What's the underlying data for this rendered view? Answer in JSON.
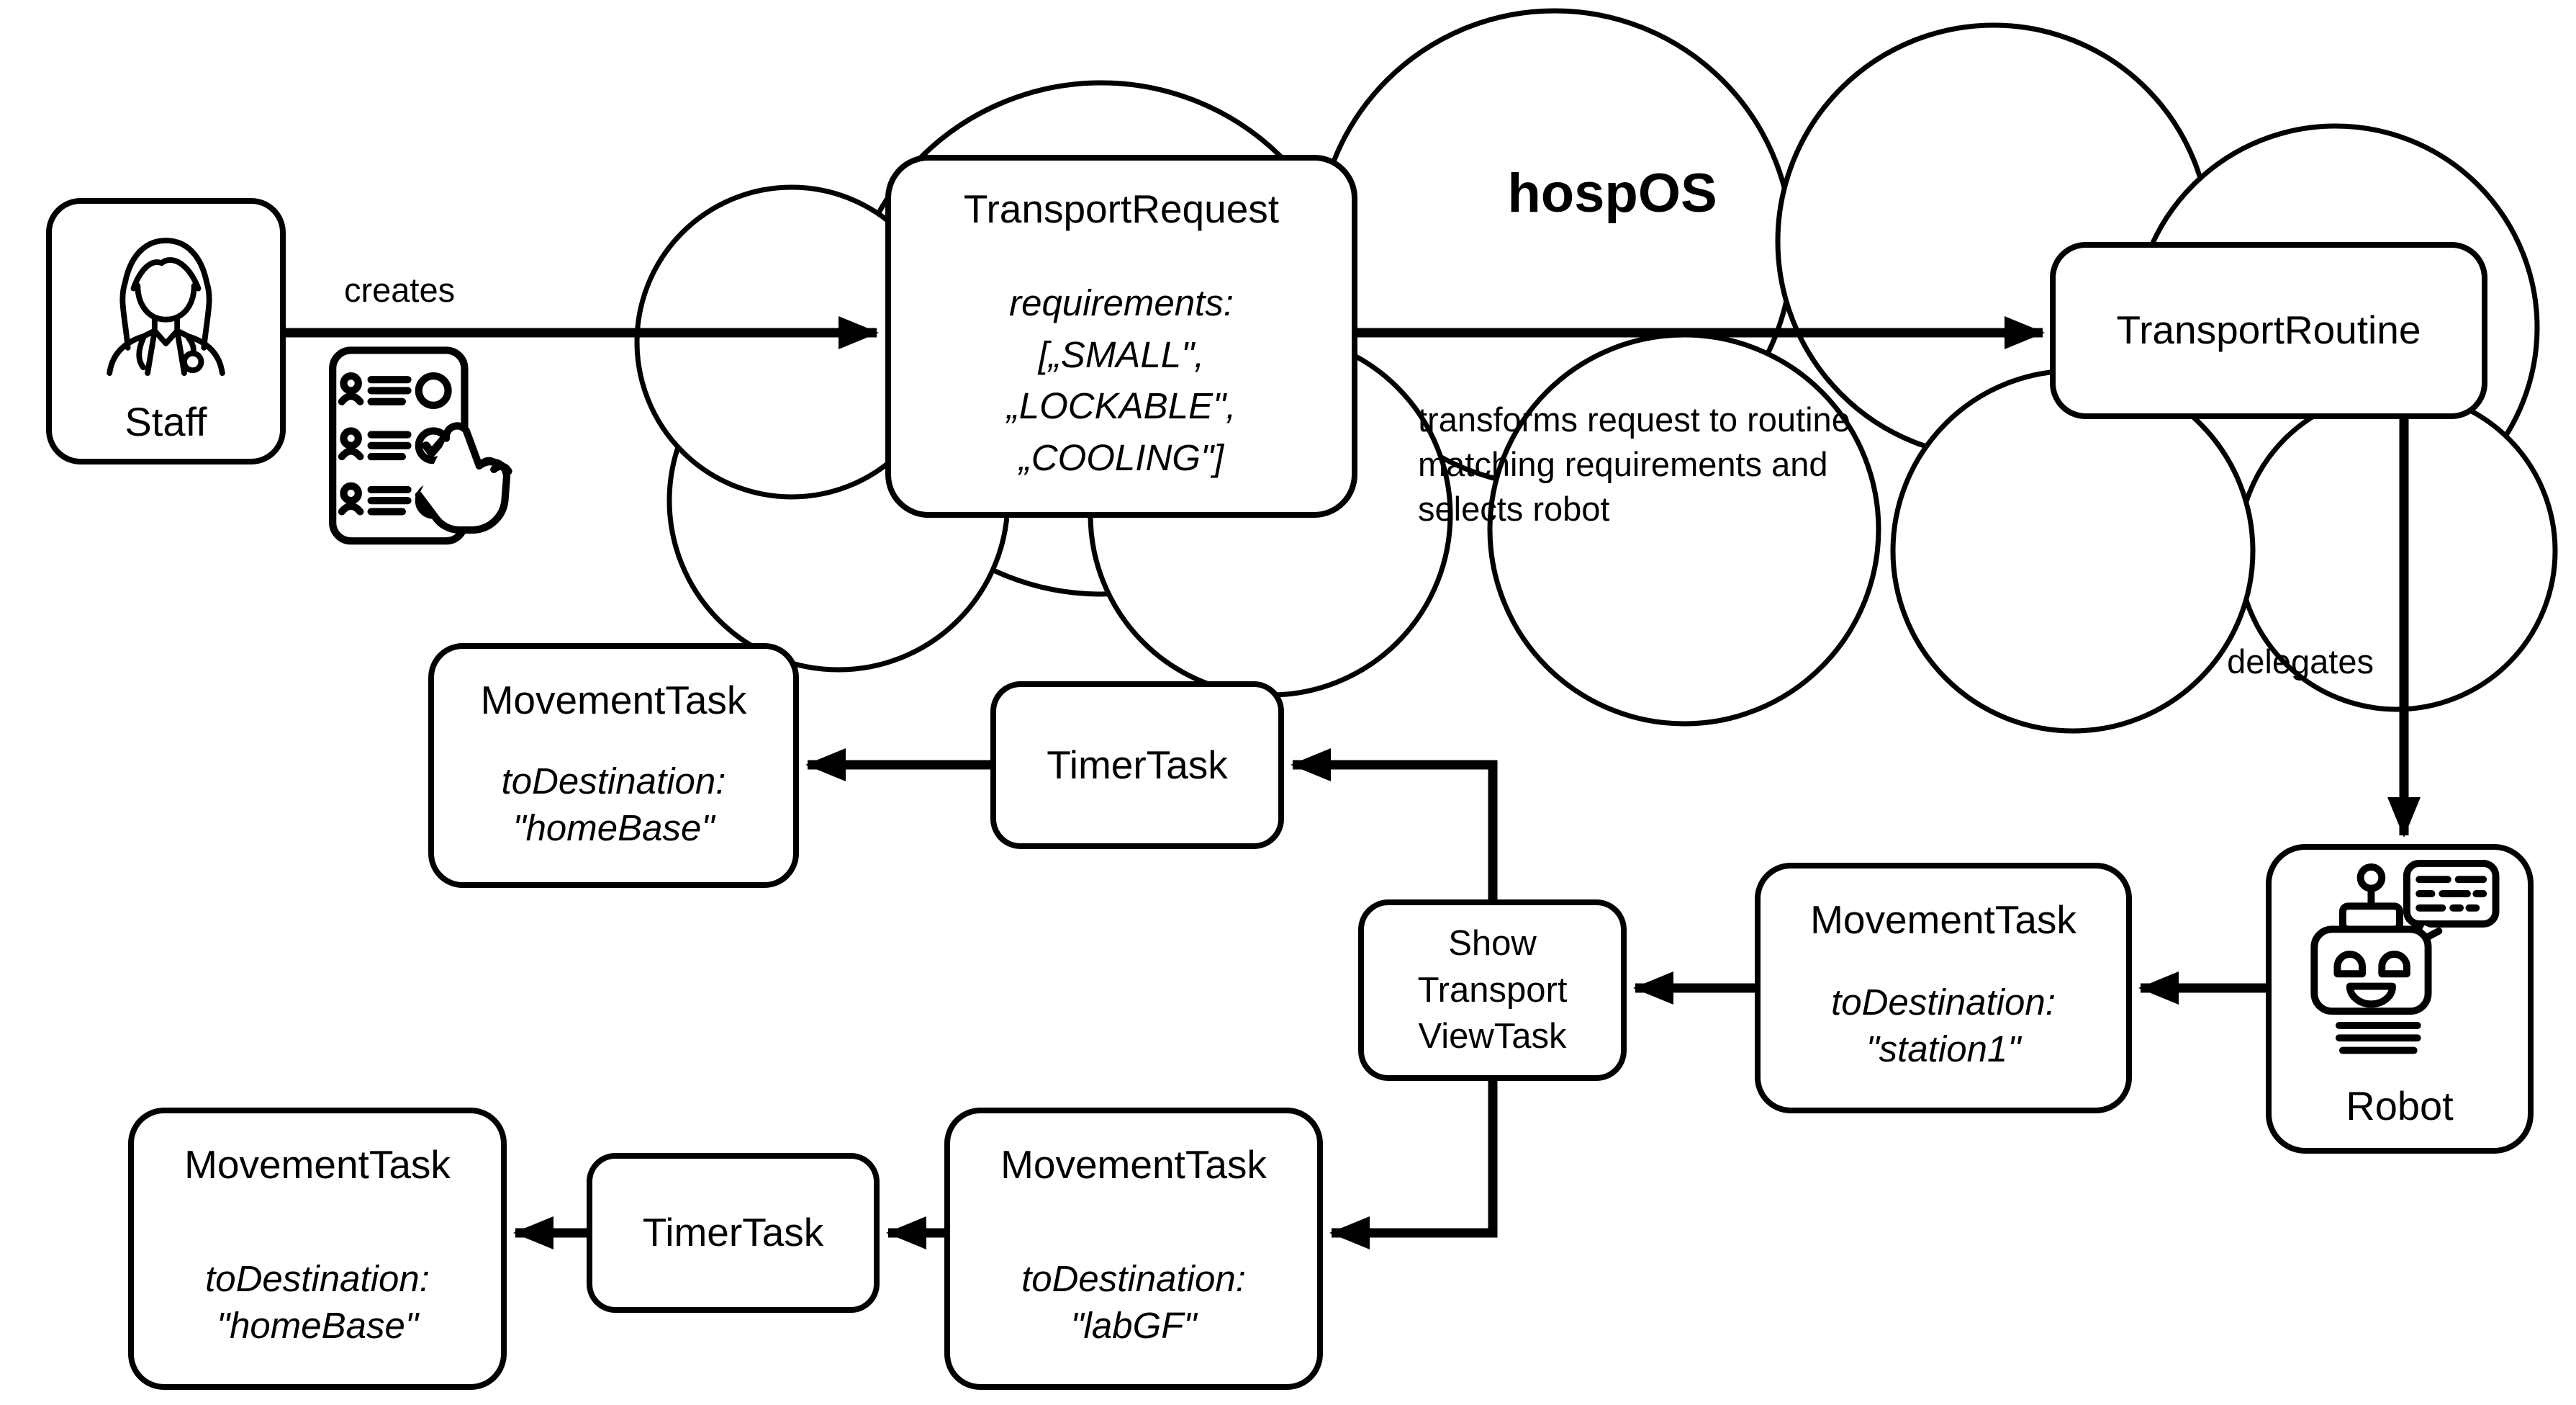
{
  "palette": {
    "ink": "#000000",
    "paper": "#ffffff"
  },
  "cloud": {
    "label": "hospOS"
  },
  "edges": {
    "creates": {
      "label": "creates"
    },
    "transform_note": {
      "label": "transforms request to routine\nmatching requirements and\nselects robot"
    },
    "delegates": {
      "label": "delegates"
    }
  },
  "nodes": {
    "staff": {
      "label": "Staff",
      "icon": "female-doctor-icon"
    },
    "checklist": {
      "icon": "checklist-hand-icon"
    },
    "transport_request": {
      "title": "TransportRequest",
      "attrs": "requirements:\n[„SMALL\",\n„LOCKABLE\",\n„COOLING\"]"
    },
    "transport_routine": {
      "title": "TransportRoutine"
    },
    "robot": {
      "label": "Robot",
      "icon": "robot-chat-icon"
    },
    "movement_station1": {
      "title": "MovementTask",
      "attrs": "toDestination:\n\"station1\""
    },
    "show_transport_view": {
      "title": "Show\nTransport\nViewTask"
    },
    "timer_top": {
      "title": "TimerTask"
    },
    "movement_home_top": {
      "title": "MovementTask",
      "attrs": "toDestination:\n\"homeBase\""
    },
    "movement_labgf": {
      "title": "MovementTask",
      "attrs": "toDestination:\n\"labGF\""
    },
    "timer_bottom": {
      "title": "TimerTask"
    },
    "movement_home_bottom": {
      "title": "MovementTask",
      "attrs": "toDestination:\n\"homeBase\""
    }
  }
}
